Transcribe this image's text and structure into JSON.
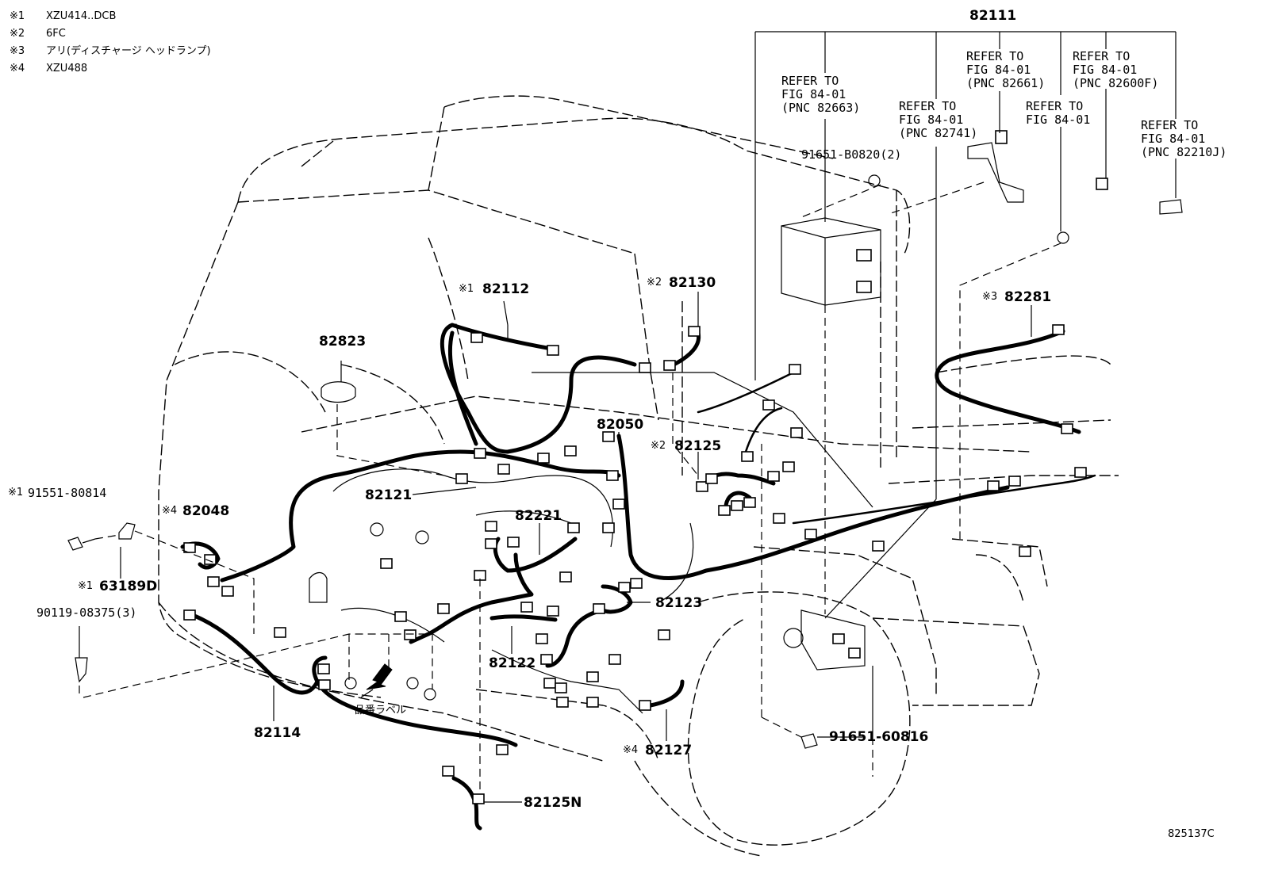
{
  "notes": [
    {
      "mark": "※1",
      "text": "XZU414..DCB"
    },
    {
      "mark": "※2",
      "text": "6FC"
    },
    {
      "mark": "※3",
      "text": "アリ(ディスチャージ ヘッドランプ)"
    },
    {
      "mark": "※4",
      "text": "XZU488"
    }
  ],
  "main_part": "82111",
  "refers": [
    {
      "line1": "REFER TO",
      "line2": "FIG 84-01",
      "line3": "(PNC 82663)"
    },
    {
      "line1": "REFER TO",
      "line2": "FIG 84-01",
      "line3": "(PNC 82741)"
    },
    {
      "line1": "REFER TO",
      "line2": "FIG 84-01",
      "line3": "(PNC 82661)"
    },
    {
      "line1": "REFER TO",
      "line2": "FIG 84-01",
      "line3": ""
    },
    {
      "line1": "REFER TO",
      "line2": "FIG 84-01",
      "line3": "(PNC 82600F)"
    },
    {
      "line1": "REFER TO",
      "line2": "FIG 84-01",
      "line3": "(PNC 82210J)"
    }
  ],
  "parts": {
    "p91651_b0820": "91651-B0820(2)",
    "p82112": "82112",
    "p82112_mark": "※1",
    "p82130": "82130",
    "p82130_mark": "※2",
    "p82281": "82281",
    "p82281_mark": "※3",
    "p82823": "82823",
    "p82050": "82050",
    "p82125": "82125",
    "p82125_mark": "※2",
    "p91551": "91551-80814",
    "p91551_mark": "※1",
    "p82048": "82048",
    "p82048_mark": "※4",
    "p82121": "82121",
    "p82221": "82221",
    "p63189d": "63189D",
    "p63189d_mark": "※1",
    "p90119": "90119-08375(3)",
    "p82123": "82123",
    "p82122": "82122",
    "p82114": "82114",
    "p82127": "82127",
    "p82127_mark": "※4",
    "p91651_60816": "91651-60816",
    "p82125n": "82125N",
    "label_tag": "品番ラベル"
  },
  "figure_id": "825137C"
}
